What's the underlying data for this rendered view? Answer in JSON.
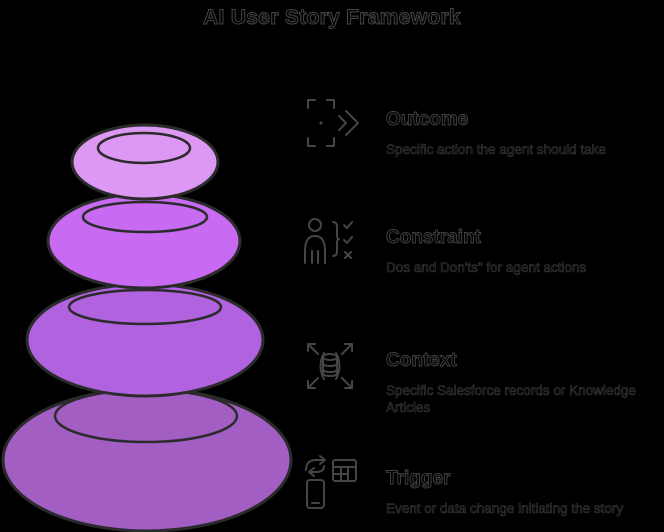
{
  "title": "AI User Story Framework",
  "colors": {
    "background": "#000000",
    "stone_outline": "#2b2b2b",
    "text_outline": "#454545",
    "stone_top": "#dd98f4",
    "stone_second": "#c96af2",
    "stone_third": "#b162df",
    "stone_bottom": "#a35ec4"
  },
  "stones": {
    "description": "stack of four purple pebbles, lightest on top, darkest and widest at bottom",
    "count": 4
  },
  "items": [
    {
      "icon": "target-chevrons-icon",
      "label": "Outcome",
      "description": "Specific action the agent should take"
    },
    {
      "icon": "person-checklist-icon",
      "label": "Constraint",
      "description": "Dos and Don'ts\" for agent actions"
    },
    {
      "icon": "database-expand-icon",
      "label": "Context",
      "description": "Specific Salesforce records or Knowledge Articles"
    },
    {
      "icon": "phone-sync-table-icon",
      "label": "Trigger",
      "description": "Event or data change initiating the story"
    }
  ]
}
